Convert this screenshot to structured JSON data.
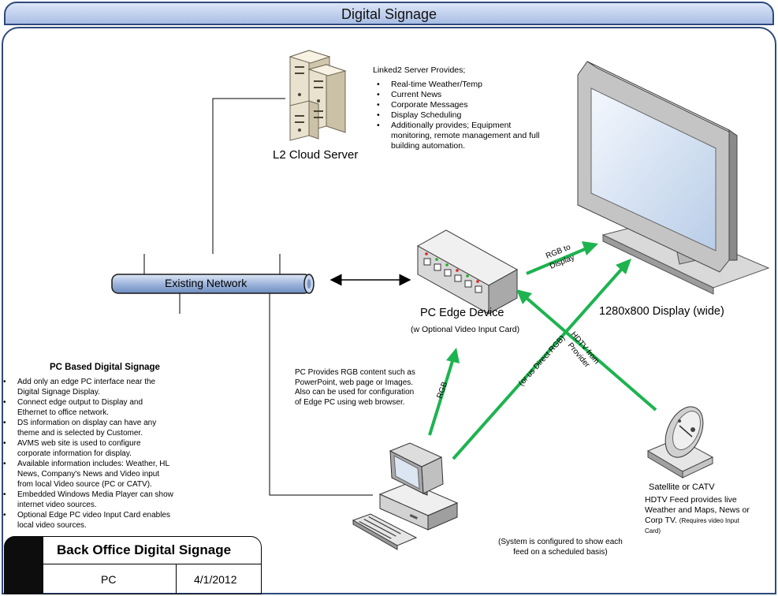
{
  "header": {
    "title": "Digital Signage"
  },
  "server": {
    "label": "L2 Cloud Server",
    "provides_title": "Linked2 Server Provides;",
    "items": [
      "Real-time Weather/Temp",
      "Current News",
      "Corporate Messages",
      "Display Scheduling",
      [
        "Additionally provides; Equipment",
        "monitoring, remote management and full",
        "building automation."
      ]
    ]
  },
  "network": {
    "label": "Existing Network"
  },
  "edge": {
    "label": "PC Edge Device",
    "sublabel": "(w Optional Video Input Card)"
  },
  "display": {
    "label": "1280x800 Display (wide)"
  },
  "connectors": {
    "rgb_to_display": [
      "RGB to",
      "Display"
    ],
    "rgb": "RGB",
    "direct_rgb": "(or us Direct RGB)",
    "hdtv_from_provider": [
      "HDTV from",
      "Provider"
    ]
  },
  "pc_note": [
    "PC Provides RGB content such as",
    "PowerPoint, web page or Images.",
    "Also can be used for configuration",
    "of Edge PC using web browser."
  ],
  "satellite": {
    "label": "Satellite or CATV",
    "desc": [
      "HDTV Feed provides live",
      "Weather and Maps, News or"
    ],
    "desc_last": "Corp TV.",
    "note": "(Requires video Input",
    "note_end": "Card)"
  },
  "system_note": [
    "(System is configured to show each",
    "feed on a scheduled basis)"
  ],
  "pc_signage": {
    "title": "PC Based Digital Signage",
    "items": [
      [
        "Add only an edge PC interface near the",
        "Digital Signage Display."
      ],
      [
        "Connect edge  output to Display and",
        "Ethernet to office network."
      ],
      [
        "DS information on display can have any",
        "theme and is selected by Customer."
      ],
      [
        "AVMS web site is used to configure",
        "corporate information for display."
      ],
      [
        "Available information includes: Weather, HL",
        "News, Company's News and Video input",
        "from local Video source (PC or CATV)."
      ],
      [
        "Embedded Windows Media Player can show",
        "internet video sources."
      ],
      [
        "Optional Edge PC video Input Card enables",
        "local video sources."
      ]
    ]
  },
  "info_box": {
    "title": "Back Office Digital Signage",
    "left": "PC",
    "right": "4/1/2012"
  },
  "colors": {
    "arrow": "#1db34f",
    "title_border": "#2e4a7d",
    "pipe": "#9fb6dc"
  }
}
